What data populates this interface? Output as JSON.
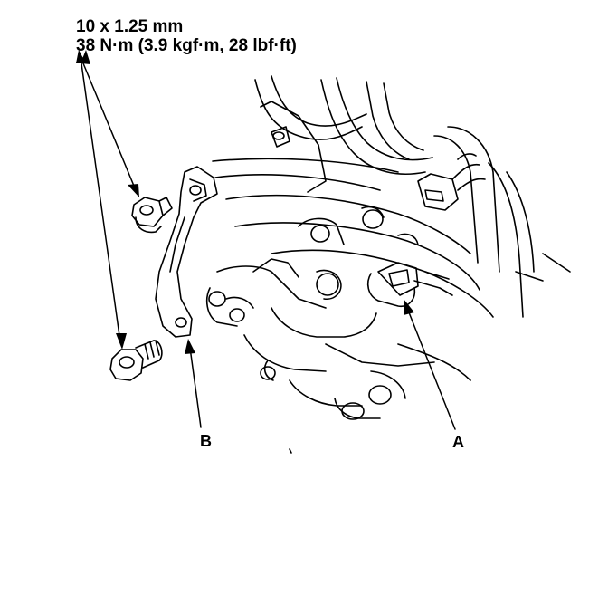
{
  "spec": {
    "size": "10 x 1.25 mm",
    "torque": "38 N·m (3.9 kgf·m, 28 lbf·ft)"
  },
  "callouts": {
    "a": "A",
    "b": "B"
  },
  "colors": {
    "line": "#000000",
    "background": "#ffffff"
  }
}
